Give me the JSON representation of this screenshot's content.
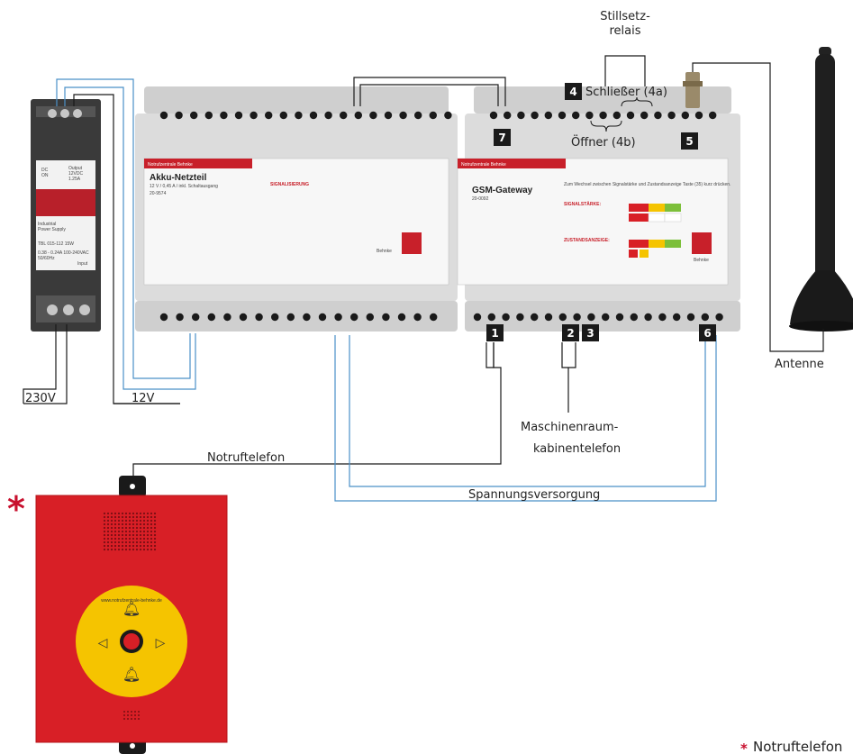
{
  "labels": {
    "stillsetz_line1": "Stillsetz-",
    "stillsetz_line2": "relais",
    "schliesser": "Schließer (4a)",
    "oeffner": "Öffner (4b)",
    "antenne": "Antenne",
    "v230": "230V",
    "v12": "12V",
    "notruftelefon": "Notruftelefon",
    "maschinen_line1": "Maschinenraum-",
    "maschinen_line2": "kabinentelefon",
    "spannungsversorgung": "Spannungsversorgung",
    "footnote_star": "*",
    "footnote_text": "Notruftelefon"
  },
  "badges": [
    "1",
    "2",
    "3",
    "4",
    "5",
    "6",
    "7"
  ],
  "psu": {
    "dc_on": "DC\nON",
    "output": "Output\n12VDC\n1.25A",
    "brand": "Industrial\nPower Supply",
    "model": "TBL 015-112  15W",
    "input_spec": "0.38 - 0.24A  100-240VAC\n50/60Hz",
    "input": "Input"
  },
  "module_akku": {
    "header": "Notrufzentrale Behnke",
    "title": "Akku-Netzteil",
    "subtitle": "12 V / 0,45 A / inkl. Schaltausgang",
    "code": "20-9574",
    "sig_title": "SIGNALISIERUNG",
    "brand": "Behnke"
  },
  "module_gsm": {
    "header": "Notrufzentrale Behnke",
    "title": "GSM-Gateway",
    "code": "20-0092",
    "desc": "Zum Wechsel zwischen Signalstärke und Zustandsanzeige Taste (35) kurz drücken.",
    "signal_title": "SIGNALSTÄRKE:",
    "state_title": "ZUSTANDSANZEIGE:",
    "brand": "Behnke"
  },
  "phone_url": "www.notrufzentrale-behnke.de",
  "colors": {
    "wire_black": "#1a1a1a",
    "wire_blue": "#4a90c8",
    "badge_bg": "#1a1a1a",
    "red": "#d81f26",
    "yellow": "#f5c400",
    "module_body": "#d9d9d9",
    "star_red": "#c8102e"
  }
}
